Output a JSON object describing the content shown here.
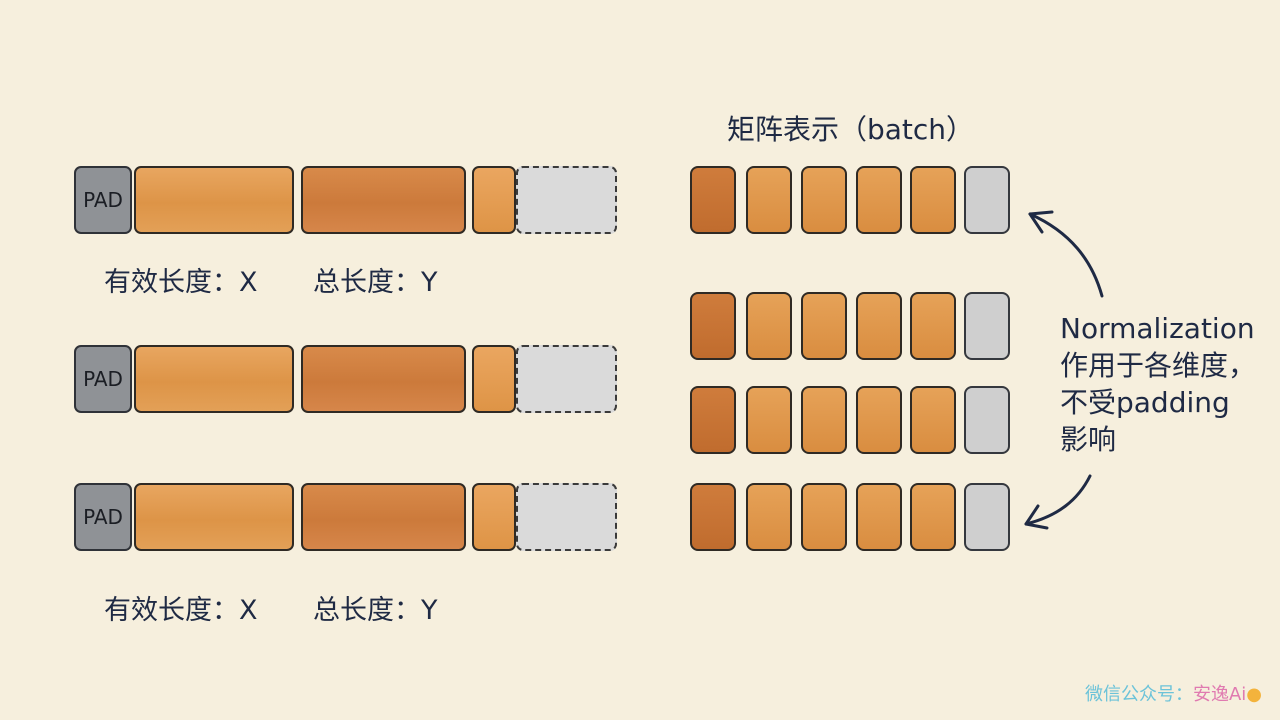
{
  "pad_label": "PAD",
  "sequences": [
    {
      "label_valid": "有效长度：X",
      "label_total": "总长度：Y",
      "show_labels": true
    },
    {
      "label_valid": "",
      "label_total": "",
      "show_labels": false
    },
    {
      "label_valid": "有效长度：X",
      "label_total": "总长度：Y",
      "show_labels": true
    }
  ],
  "matrix": {
    "title": "矩阵表示（batch）",
    "rows": 4,
    "cols": 6
  },
  "note": {
    "line1": "Normalization",
    "line2": "作用于各维度，",
    "line3": "不受padding",
    "line4": "影响"
  },
  "watermark": {
    "part1": "微信公众号：",
    "part2": "安逸Ai",
    "icon": "duck-icon"
  },
  "colors": {
    "token_orange": "#e09a50",
    "token_dark_orange": "#c9763a",
    "pad_grey": "#8f9296",
    "padding_grey": "#d3d3d3",
    "text_navy": "#1f2a44",
    "background": "#f6efdd"
  }
}
